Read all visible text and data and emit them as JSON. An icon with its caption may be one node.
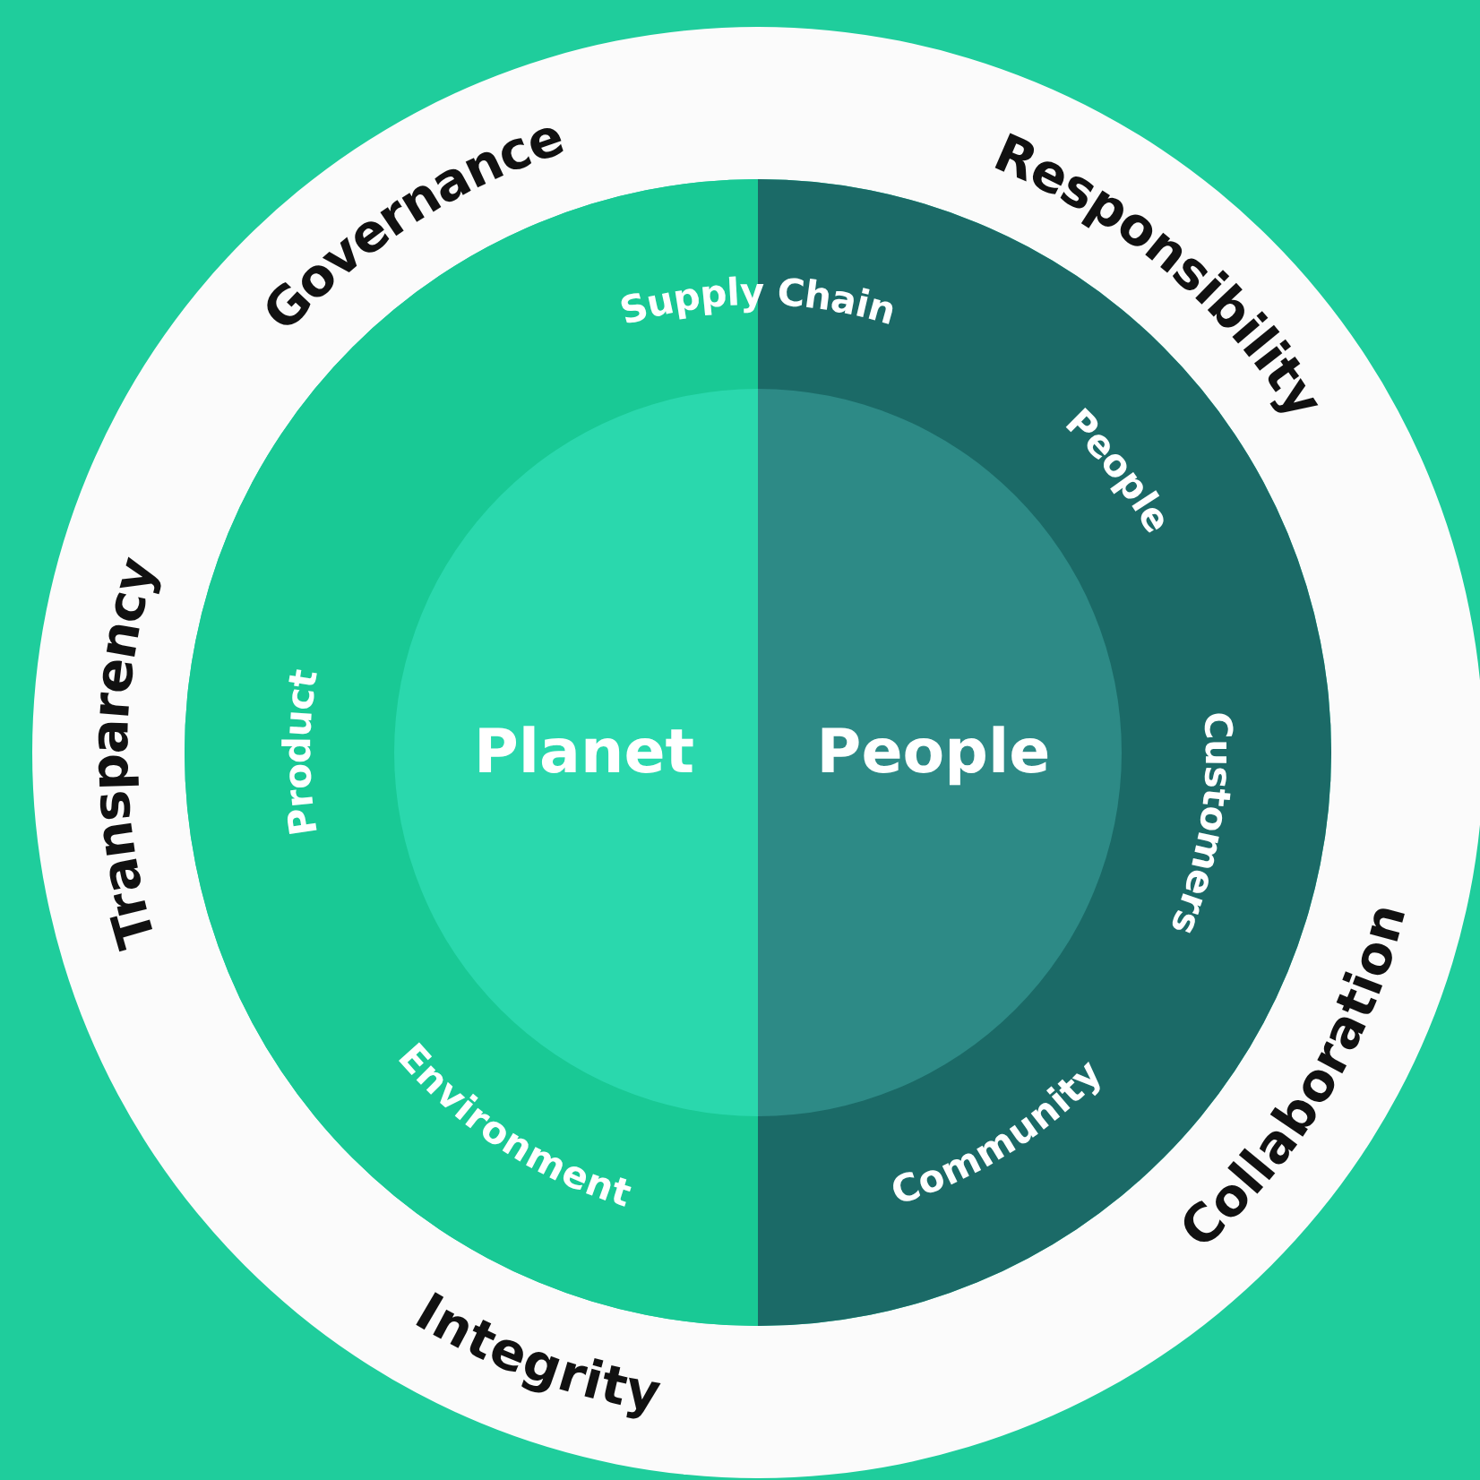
{
  "diagram": {
    "nodes": [
      {
        "text": [
          "Supply Chain",
          "People",
          "Product",
          "Customers",
          "Environment",
          "Community"
        ]
      },
      {
        "text": [
          "Planet"
        ],
        "in": 0
      },
      {
        "text": [
          "People"
        ],
        "in": 0
      }
    ],
    "labels": [
      "Governance",
      "Responsibility",
      "Transparency",
      "Collaboration",
      "Integrity"
    ]
  }
}
